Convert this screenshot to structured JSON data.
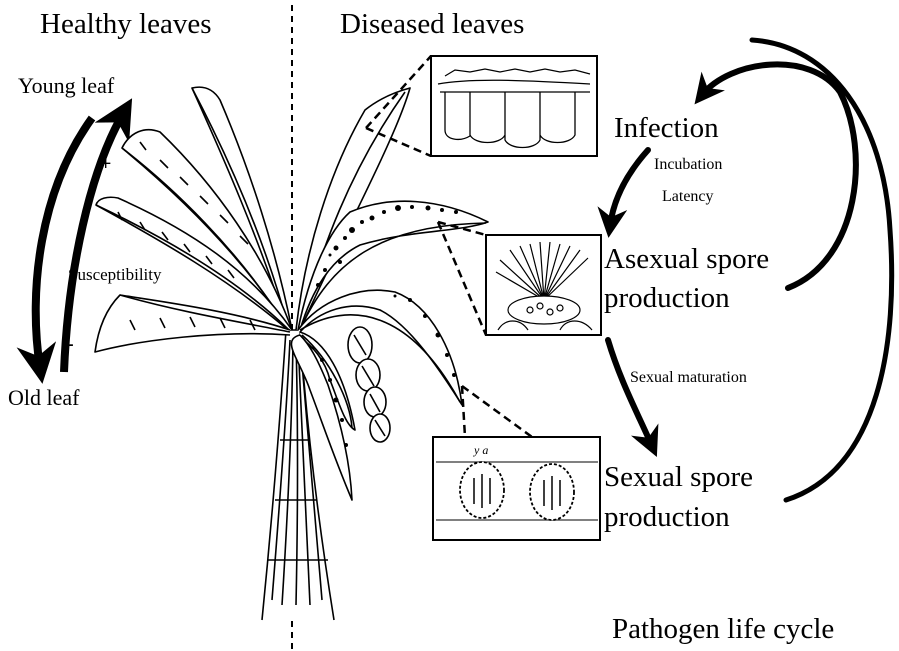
{
  "headings": {
    "healthy": "Healthy leaves",
    "diseased": "Diseased leaves"
  },
  "susceptibility": {
    "young": "Young leaf",
    "old": "Old leaf",
    "plus": "+",
    "minus": "-",
    "label": "Susceptibility"
  },
  "cycle": {
    "infection": "Infection",
    "incubation": "Incubation",
    "latency": "Latency",
    "asexual_line1": "Asexual spore",
    "asexual_line2": "production",
    "sexual_maturation": "Sexual maturation",
    "sexual_line1": "Sexual spore",
    "sexual_line2": "production",
    "footer": "Pathogen life cycle"
  },
  "inset_marks": "y a"
}
